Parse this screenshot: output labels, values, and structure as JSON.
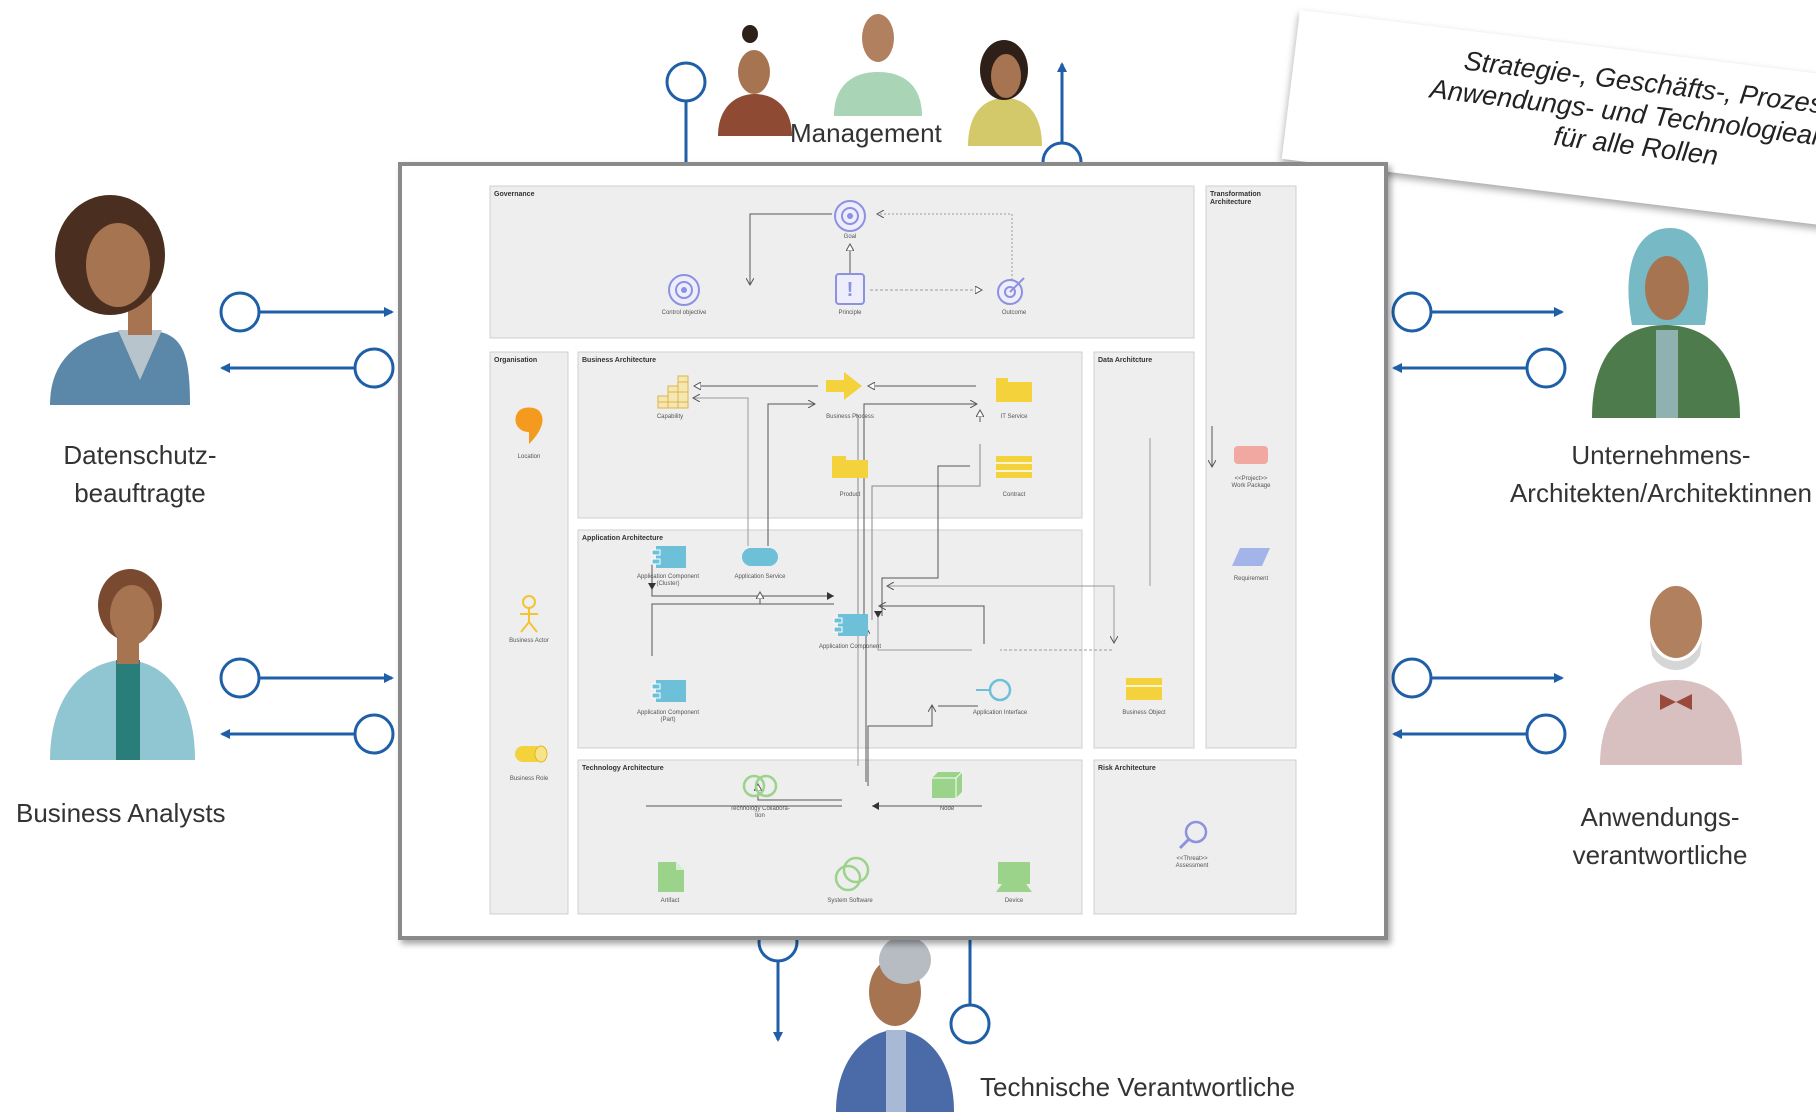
{
  "roles": {
    "management": "Management",
    "privacy_officer": [
      "Datenschutz-",
      "beauftragte"
    ],
    "business_analysts": "Business Analysts",
    "enterprise_architects": [
      "Unternehmens-",
      "Architekten/Architektinnen"
    ],
    "application_owners": [
      "Anwendungs-",
      "verantwortliche"
    ],
    "technical_owners": "Technische Verantwortliche"
  },
  "banner": {
    "line1": "Strategie-, Geschäfts-, Prozes",
    "line2": "Anwendungs- und Technologiearch",
    "line3": "für alle Rollen"
  },
  "sections": {
    "governance": "Governance",
    "transformation": [
      "Transformation",
      "Architecture"
    ],
    "organisation": "Organisation",
    "business": "Business Architecture",
    "data": "Data Architcture",
    "application": "Application Architecture",
    "technology": "Technology Architecture",
    "risk": "Risk Architecture"
  },
  "elements": {
    "goal": "Goal",
    "control_objective": "Control objective",
    "principle": "Principle",
    "outcome": "Outcome",
    "location": "Location",
    "business_actor": "Business Actor",
    "business_role": "Business Role",
    "capability": "Capability",
    "business_process": "Business Process",
    "it_service": "IT Service",
    "product": "Product",
    "contract": "Contract",
    "app_component_cluster": [
      "Application Component",
      "(Cluster)"
    ],
    "app_service": "Application Service",
    "app_component": "Application Component",
    "app_component_part": [
      "Application Component",
      "(Part)"
    ],
    "app_interface": "Application Interface",
    "business_object": "Business Object",
    "work_package": [
      "<<Project>>",
      "Work Package"
    ],
    "requirement": "Requirement",
    "tech_collaboration": [
      "Technology Collabora-",
      "tion"
    ],
    "node": "Node",
    "artifact": "Artifact",
    "system_software": "System Software",
    "device": "Device",
    "threat": [
      "<<Threat>>",
      "Assessment"
    ]
  },
  "colors": {
    "arrow": "#1f5fa8",
    "motivation": "#8c91e0",
    "business": "#f4d23c",
    "application": "#6ec0d9",
    "technology": "#9bd38a",
    "location": "#f39a1f",
    "implementation": "#f0a8a0",
    "requirement": "#a3b4e8"
  }
}
